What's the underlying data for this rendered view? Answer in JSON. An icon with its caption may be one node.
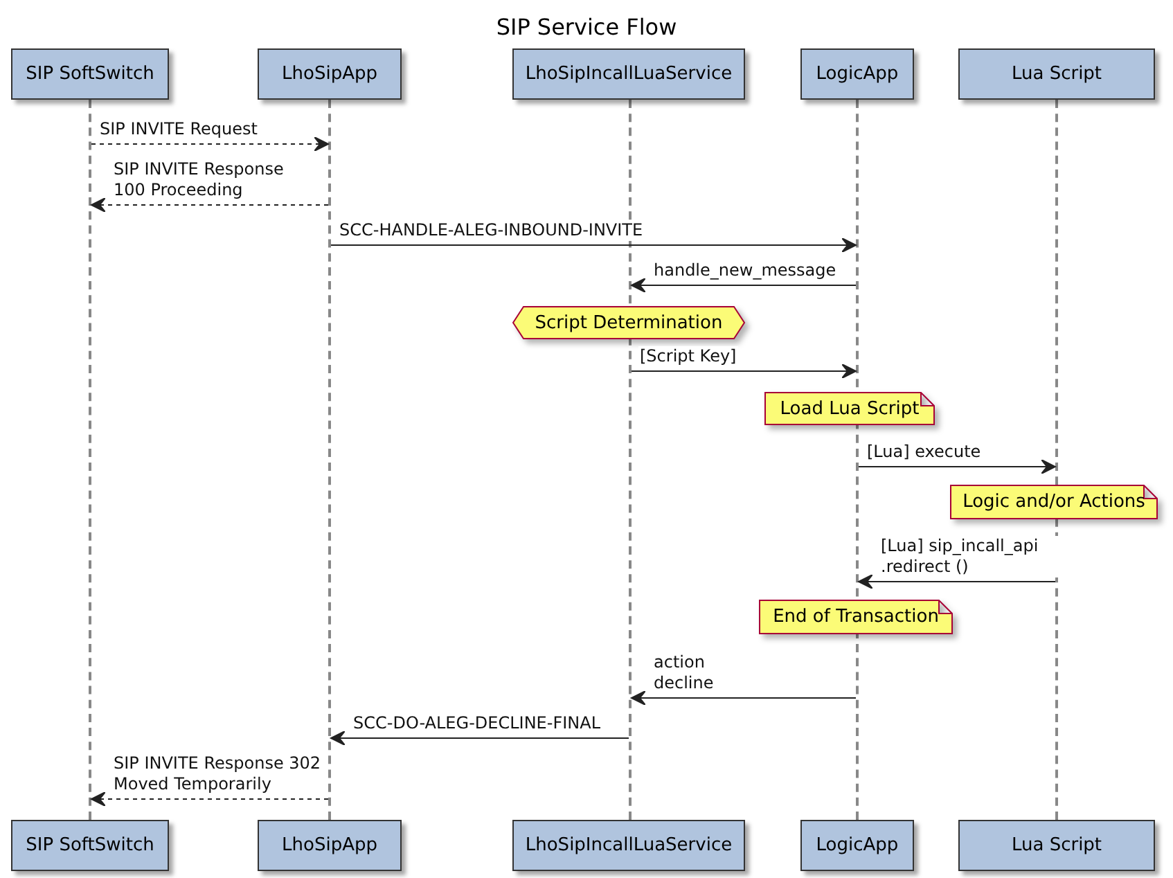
{
  "diagram": {
    "title": "SIP Service Flow",
    "nodes": [
      {
        "text": [
          "SIP SoftSwitch"
        ]
      },
      {
        "text": [
          "LhoSipApp"
        ]
      },
      {
        "text": [
          "LhoSipIncallLuaService"
        ]
      },
      {
        "text": [
          "LogicApp"
        ]
      },
      {
        "text": [
          "Lua Script"
        ]
      },
      {
        "text": [],
        "shape": "bar"
      },
      {
        "text": [],
        "shape": "bar"
      },
      {
        "text": [],
        "shape": "bar"
      },
      {
        "text": [],
        "shape": "bar"
      },
      {
        "text": [],
        "shape": "bar"
      },
      {
        "text": [
          "Script Determination"
        ]
      },
      {
        "text": [
          "Load Lua Script"
        ]
      },
      {
        "text": [
          "Logic and/or Actions"
        ]
      },
      {
        "text": [
          "End of Transaction"
        ]
      },
      {
        "text": [
          "SIP SoftSwitch"
        ]
      },
      {
        "text": [
          "LhoSipApp"
        ]
      },
      {
        "text": [
          "LhoSipIncallLuaService"
        ]
      },
      {
        "text": [
          "LogicApp"
        ]
      },
      {
        "text": [
          "Lua Script"
        ]
      }
    ],
    "edges": [
      {
        "from": 5,
        "to": 6,
        "arrow": "to",
        "label": "SIP INVITE Request",
        "style": "dashed"
      },
      {
        "from": 6,
        "to": 5,
        "arrow": "to",
        "label": "SIP INVITE Response 100 Proceeding",
        "style": "dashed"
      },
      {
        "from": 6,
        "to": 8,
        "arrow": "to",
        "label": "SCC-HANDLE-ALEG-INBOUND-INVITE"
      },
      {
        "from": 8,
        "to": 7,
        "arrow": "to",
        "label": "handle_new_message"
      },
      {
        "from": 7,
        "to": 8,
        "arrow": "to",
        "label": "[Script Key]"
      },
      {
        "from": 8,
        "to": 9,
        "arrow": "to",
        "label": "[Lua] execute"
      },
      {
        "from": 9,
        "to": 8,
        "arrow": "to",
        "label": "[Lua] sip_incall_api .redirect ()"
      },
      {
        "from": 8,
        "to": 7,
        "arrow": "to",
        "label": "action decline"
      },
      {
        "from": 7,
        "to": 6,
        "arrow": "to",
        "label": "SCC-DO-ALEG-DECLINE-FINAL"
      },
      {
        "from": 6,
        "to": 5,
        "arrow": "to",
        "label": "SIP INVITE Response 302 Moved Temporarily",
        "style": "dashed"
      }
    ]
  }
}
